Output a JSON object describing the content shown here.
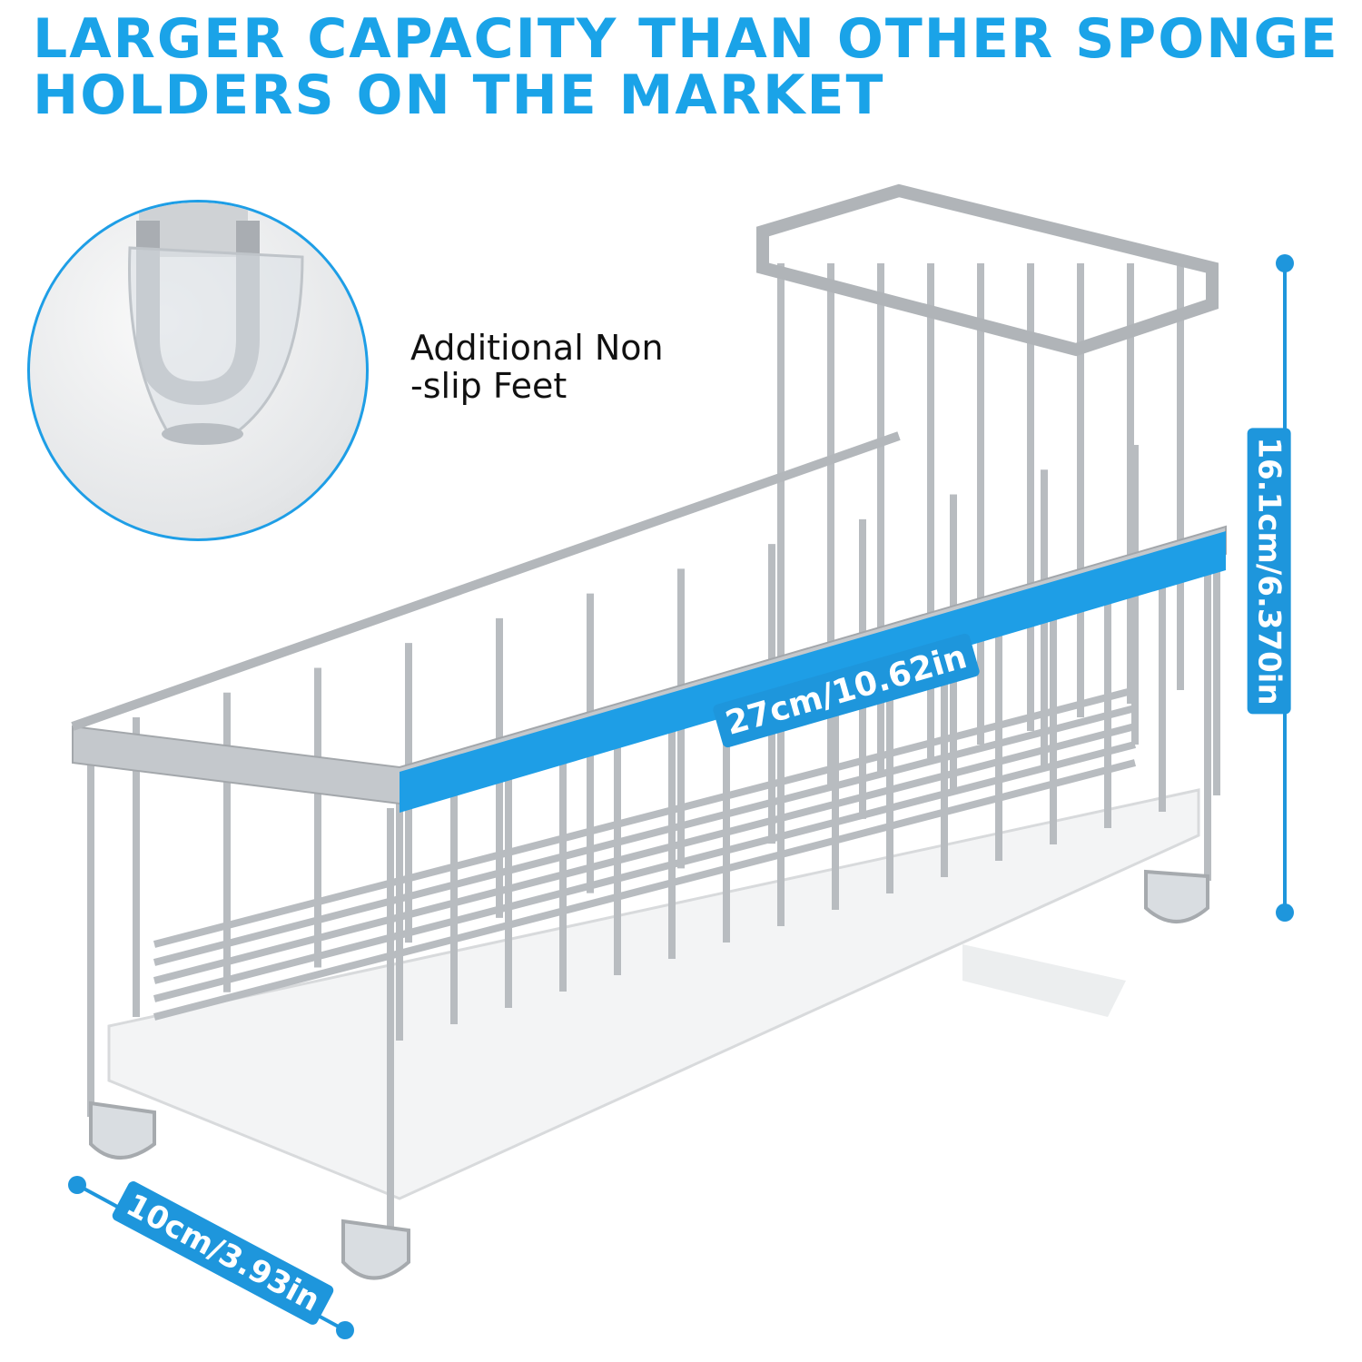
{
  "headline": {
    "line1": "LARGER CAPACITY THAN OTHER SPONGE",
    "line2": "HOLDERS ON THE MARKET"
  },
  "inset": {
    "label_line1": "Additional Non",
    "label_line2": "-slip Feet"
  },
  "dimensions": {
    "length": "27cm/10.62in",
    "height": "16.1cm/6.370in",
    "width": "10cm/3.93in"
  },
  "colors": {
    "accent": "#1aa3e8",
    "label_bg": "#1e96dc"
  }
}
